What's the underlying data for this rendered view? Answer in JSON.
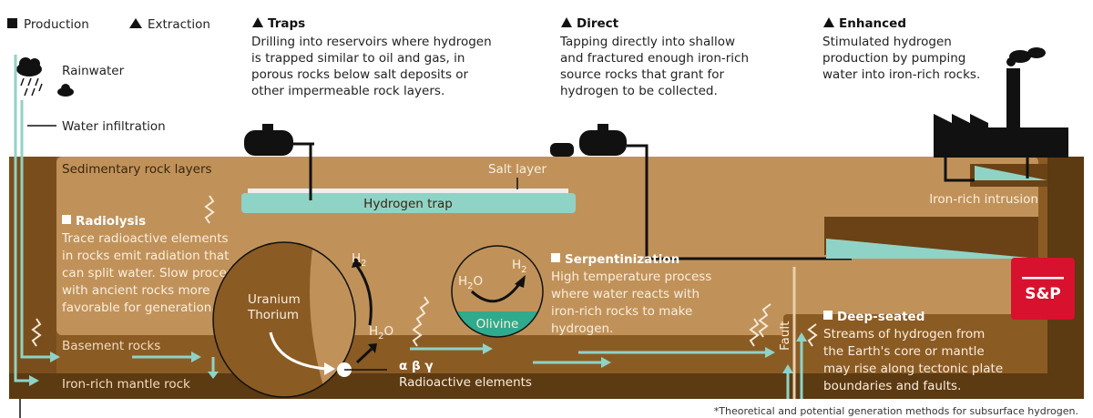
{
  "legend": {
    "production": "Production",
    "extraction": "Extraction"
  },
  "top": {
    "rainwater": "Rainwater",
    "water_infiltration": "Water infiltration",
    "traps": {
      "title": "Traps",
      "lines": [
        "Drilling into reservoirs where hydrogen",
        "is trapped similar to oil and gas, in",
        "porous rocks below salt deposits or",
        "other impermeable rock layers."
      ]
    },
    "direct": {
      "title": "Direct",
      "lines": [
        "Tapping directly into shallow",
        "and fractured enough iron-rich",
        "source rocks that grant for",
        "hydrogen to be collected."
      ]
    },
    "enhanced": {
      "title": "Enhanced",
      "lines": [
        "Stimulated hydrogen",
        "production by pumping",
        "water into iron-rich rocks."
      ]
    }
  },
  "layers": {
    "sedimentary": "Sedimentary rock layers",
    "basement": "Basement rocks",
    "mantle": "Iron-rich mantle rock",
    "salt": "Salt layer",
    "trap": "Hydrogen trap",
    "intrusion": "Iron-rich intrusion",
    "fault": "Fault"
  },
  "radiolysis": {
    "title": "Radiolysis",
    "lines": [
      "Trace radioactive elements",
      "in rocks emit radiation that",
      "can split water. Slow process",
      "with ancient rocks more",
      "favorable for generation."
    ]
  },
  "circle1": {
    "uranium": "Uranium",
    "thorium": "Thorium",
    "h2": "H",
    "h2o": "H",
    "sub": "2",
    "o": "O",
    "radiation": "α β γ",
    "radioactive": "Radioactive elements"
  },
  "circle2": {
    "h2o": "H",
    "h2": "H",
    "sub": "2",
    "o": "O",
    "olivine": "Olivine"
  },
  "serpentinization": {
    "title": "Serpentinization",
    "lines": [
      "High temperature process",
      "where water reacts with",
      "iron-rich rocks to make",
      "hydrogen."
    ]
  },
  "deep": {
    "title": "Deep-seated",
    "lines": [
      "Streams of hydrogen from",
      "the Earth's core or mantle",
      "may rise along tectonic plate",
      "boundaries and faults."
    ]
  },
  "logo": "S&P",
  "footnote": "*Theoretical and potential generation methods for subsurface hydrogen.",
  "colors": {
    "light": "#c0925a",
    "mid": "#8b5b24",
    "dark": "#5c3a12",
    "teal": "#8fd3c6",
    "red": "#d7112e"
  }
}
